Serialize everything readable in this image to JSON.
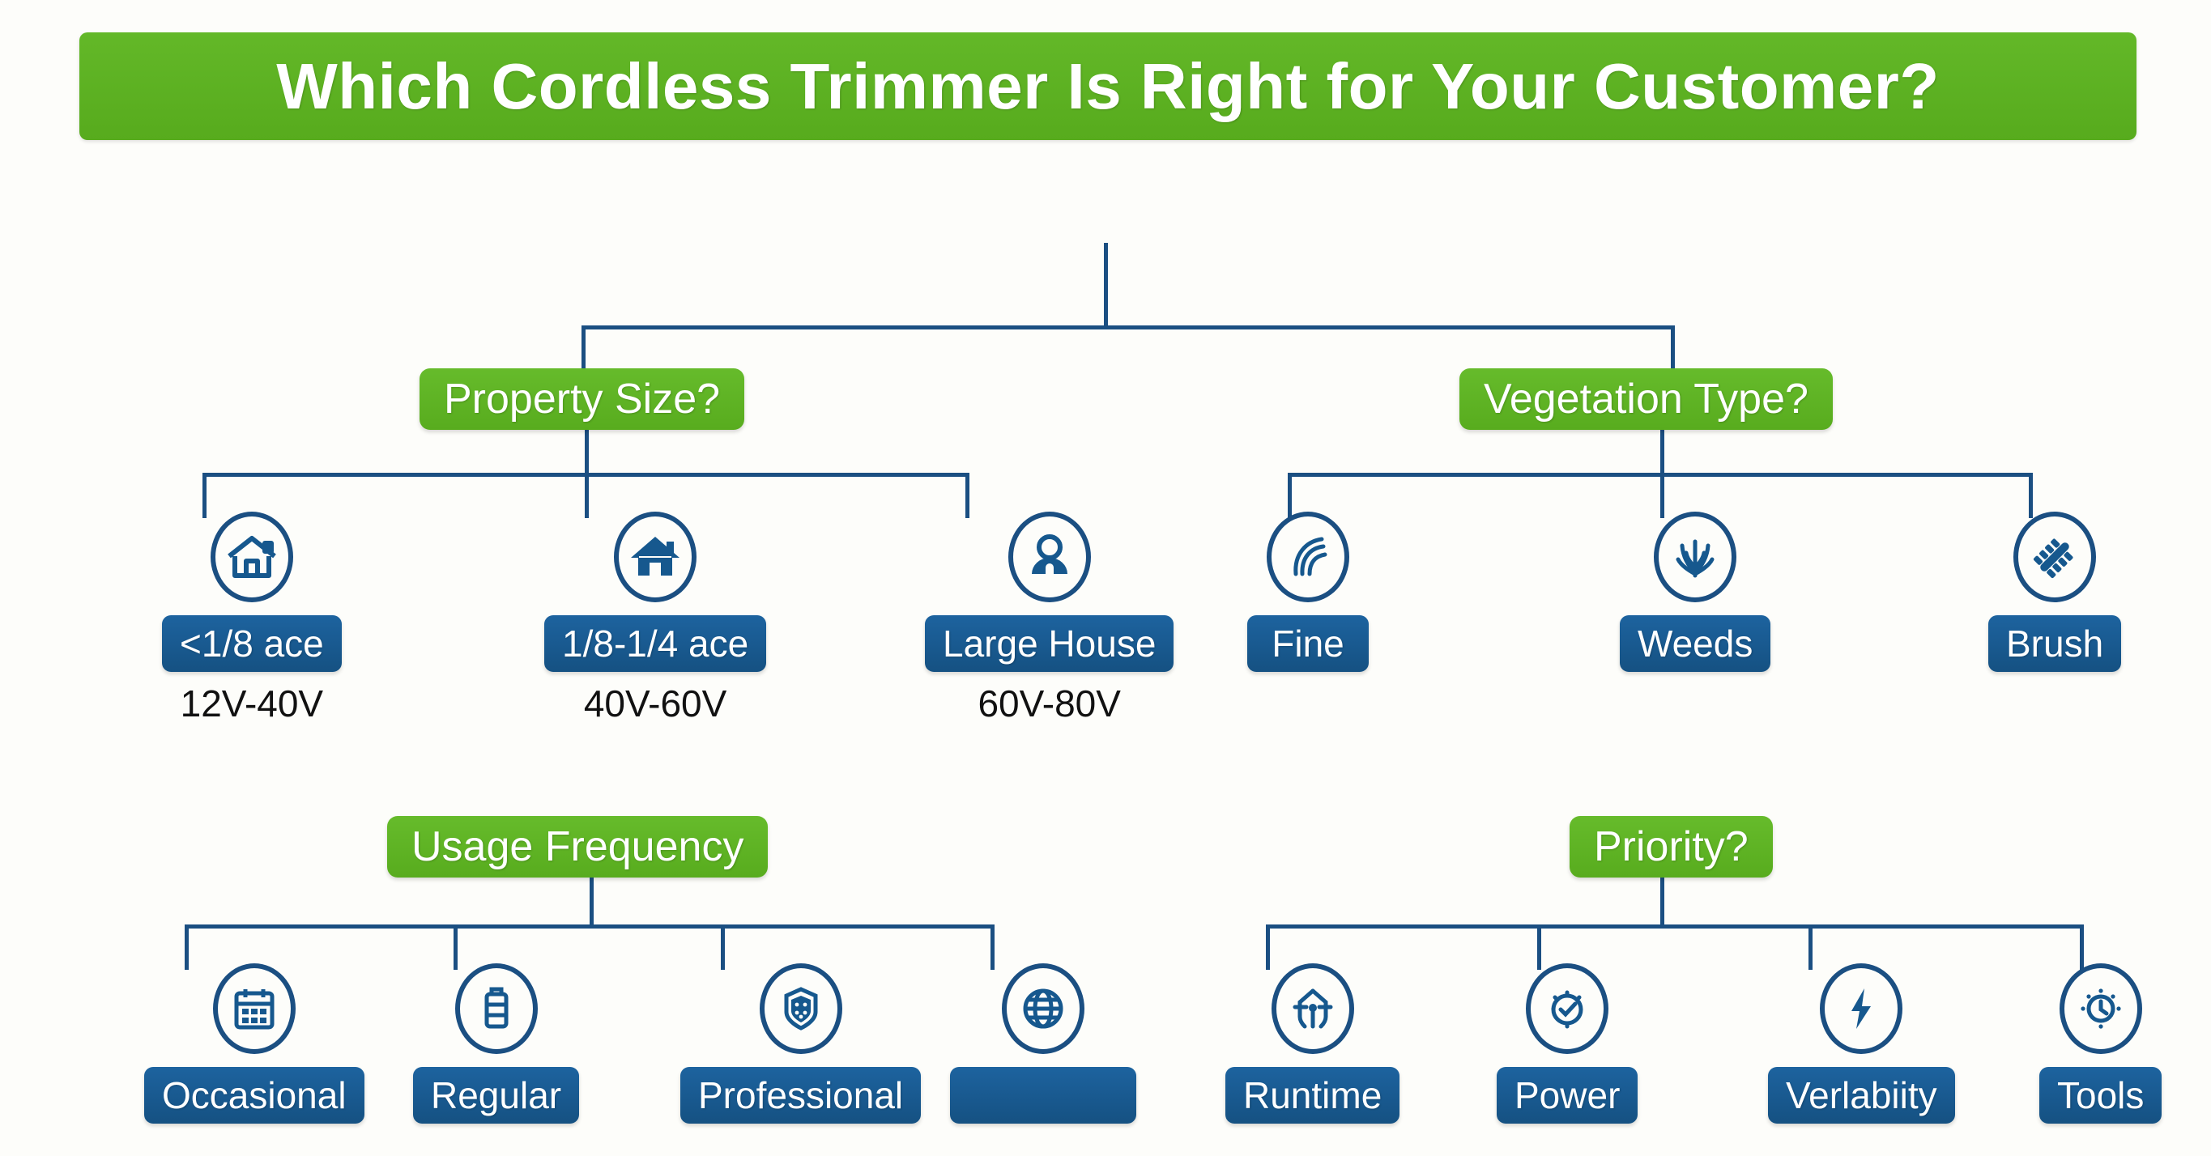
{
  "title": "Which Cordless Trimmer Is Right for Your Customer?",
  "colors": {
    "brand_green": "#5CB021",
    "brand_blue": "#16588E",
    "line_blue": "#1B4F82",
    "background": "#FDFDFA",
    "label_text": "#FFFFFF"
  },
  "branches": {
    "property_size": {
      "question": "Property Size?",
      "nodes": [
        {
          "icon": "house-outline-icon",
          "label": "<1/8 ace",
          "sub": "12V-40V"
        },
        {
          "icon": "house-solid-icon",
          "label": "1/8-1/4 ace",
          "sub": "40V-60V"
        },
        {
          "icon": "person-icon",
          "label": "Large House",
          "sub": "60V-80V"
        }
      ]
    },
    "vegetation_type": {
      "question": "Vegetation Type?",
      "nodes": [
        {
          "icon": "fine-grass-icon",
          "label": "Fine",
          "sub": ""
        },
        {
          "icon": "weeds-plant-icon",
          "label": "Weeds",
          "sub": ""
        },
        {
          "icon": "brush-blade-icon",
          "label": "Brush",
          "sub": ""
        }
      ]
    },
    "usage_frequency": {
      "question": "Usage Frequency",
      "nodes": [
        {
          "icon": "calendar-icon",
          "label": "Occasional",
          "sub": ""
        },
        {
          "icon": "battery-icon",
          "label": "Regular",
          "sub": ""
        },
        {
          "icon": "shield-badge-icon",
          "label": "Professional",
          "sub": ""
        },
        {
          "icon": "globe-icon",
          "label": "",
          "sub": ""
        }
      ]
    },
    "priority": {
      "question": "Priority?",
      "nodes": [
        {
          "icon": "trimmer-head-icon",
          "label": "Runtime",
          "sub": ""
        },
        {
          "icon": "stopwatch-check-icon",
          "label": "Power",
          "sub": ""
        },
        {
          "icon": "lightning-bolt-icon",
          "label": "Verlabiity",
          "sub": ""
        },
        {
          "icon": "clock-icon",
          "label": "Tools",
          "sub": ""
        }
      ]
    }
  }
}
